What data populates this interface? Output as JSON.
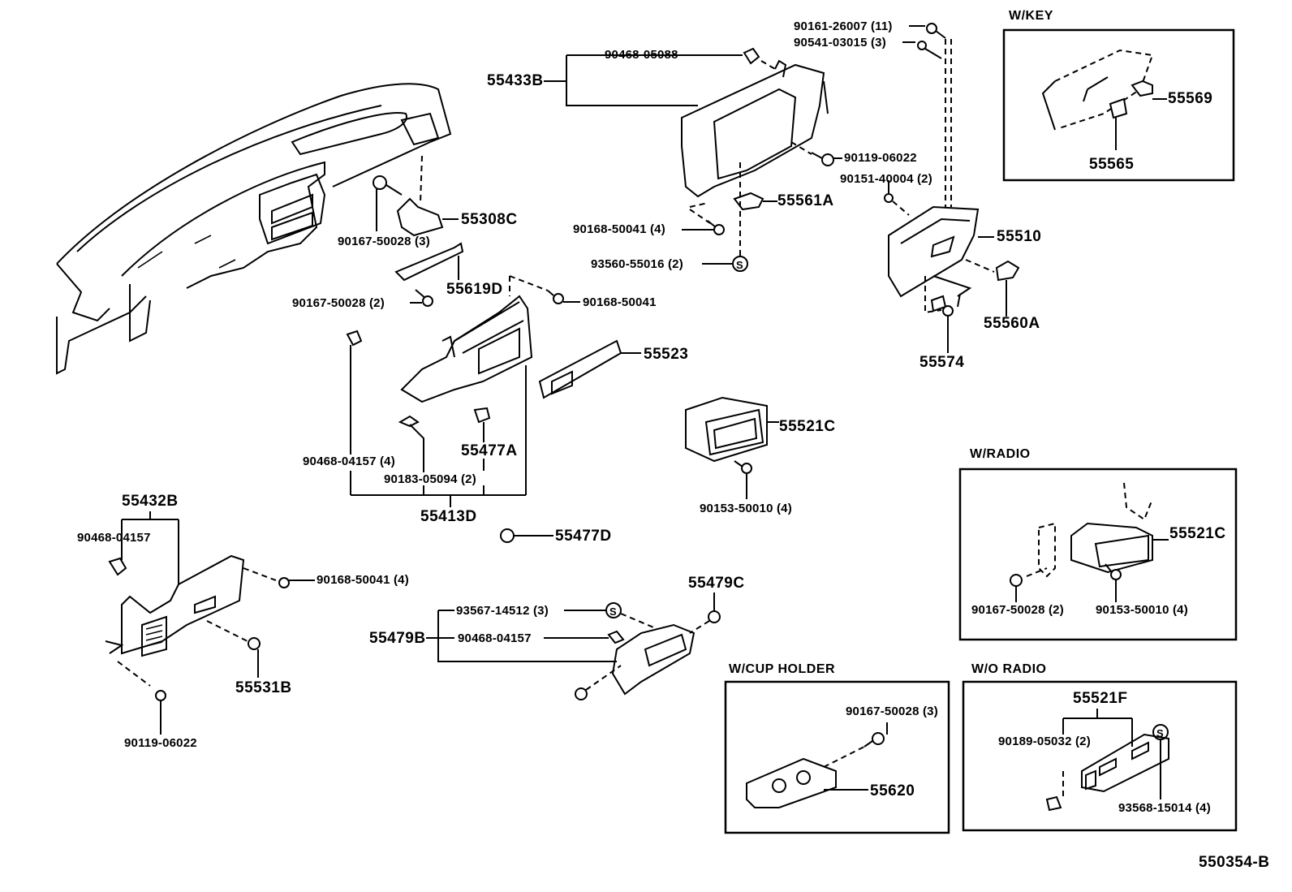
{
  "diagram": {
    "drawing_id": "550354-B",
    "insets": {
      "w_key": {
        "title": "W/KEY",
        "labels": [
          "55569",
          "55565"
        ]
      },
      "w_radio": {
        "title": "W/RADIO",
        "labels": [
          "55521C",
          "90167-50028 (2)",
          "90153-50010 (4)"
        ]
      },
      "w_cup_holder": {
        "title": "W/CUP  HOLDER",
        "labels": [
          "90167-50028 (3)",
          "55620"
        ]
      },
      "w_o_radio": {
        "title": "W/O RADIO",
        "labels": [
          "55521F",
          "90189-05032 (2)",
          "93568-15014 (4)"
        ]
      }
    },
    "labels": {
      "l_90161": "90161-26007 (11)",
      "l_90541": "90541-03015 (3)",
      "l_90468_05088": "90468-05088",
      "l_55433B": "55433B",
      "l_90119_a": "90119-06022",
      "l_90151": "90151-40004 (2)",
      "l_55561A": "55561A",
      "l_90168_4a": "90168-50041 (4)",
      "l_93560": "93560-55016 (2)",
      "l_55510": "55510",
      "l_55560A": "55560A",
      "l_55574": "55574",
      "l_55308C": "55308C",
      "l_90167_3": "90167-50028 (3)",
      "l_55619D": "55619D",
      "l_90167_2": "90167-50028 (2)",
      "l_90168_b": "90168-50041",
      "l_55523": "55523",
      "l_55521C": "55521C",
      "l_90153": "90153-50010 (4)",
      "l_90468_4": "90468-04157 (4)",
      "l_55477A": "55477A",
      "l_90183": "90183-05094 (2)",
      "l_55413D": "55413D",
      "l_55477D": "55477D",
      "l_55432B": "55432B",
      "l_90468_c": "90468-04157",
      "l_90168_4c": "90168-50041 (4)",
      "l_55531B": "55531B",
      "l_90119_b": "90119-06022",
      "l_55479C": "55479C",
      "l_93567": "93567-14512 (3)",
      "l_55479B": "55479B",
      "l_90468_d": "90468-04157"
    }
  }
}
